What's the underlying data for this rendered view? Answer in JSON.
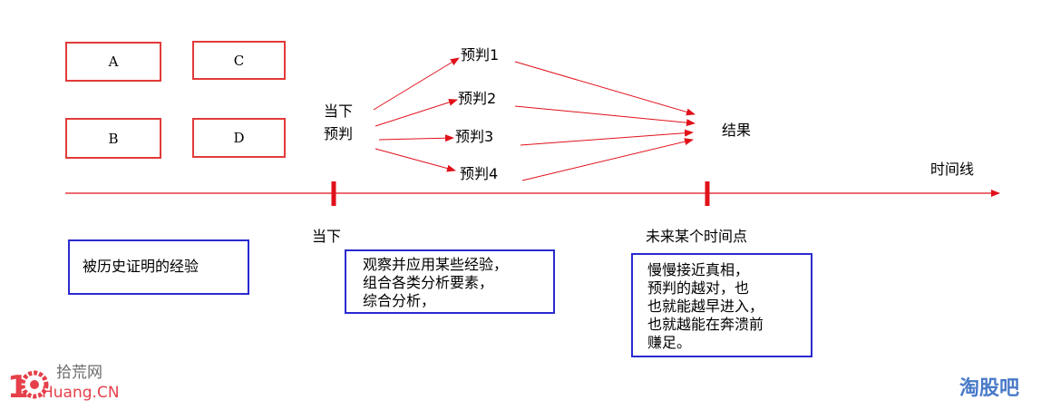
{
  "boxes": {
    "a": "A",
    "b": "B",
    "c": "C",
    "d": "D"
  },
  "now_prediction": [
    "当下",
    "预判"
  ],
  "predictions": [
    "预判1",
    "预判2",
    "预判3",
    "预判4"
  ],
  "result": "结果",
  "timeline": {
    "axis_label": "时间线",
    "now_label": "当下",
    "future_label": "未来某个时间点"
  },
  "history_box": "被历史证明的经验",
  "observe_box": [
    "观察并应用某些经验，",
    "组合各类分析要素，",
    "综合分析，"
  ],
  "future_box": [
    "慢慢接近真相，",
    "预判的越对，也",
    "也就能越早进入，",
    "也就越能在奔溃前",
    "赚足。"
  ],
  "brand_left": {
    "number": "10",
    "chinese": "拾荒网",
    "english": "Huang.CN"
  },
  "brand_right": "淘股吧",
  "colors": {
    "arrow": "#e0111a",
    "red_box": "#e23a3a",
    "blue_box": "#2a2ad0"
  }
}
